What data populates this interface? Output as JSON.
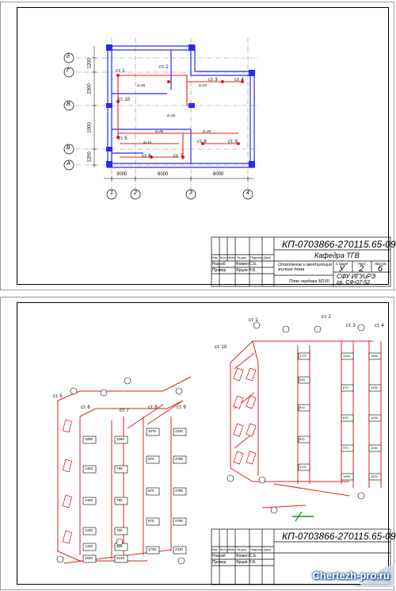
{
  "sheet1": {
    "grid_rows": [
      "д",
      "Г",
      "В",
      "Б",
      "А"
    ],
    "grid_cols": [
      "1",
      "2",
      "3",
      "4"
    ],
    "dims_top": [
      "3000",
      "6000",
      "6000"
    ],
    "dims_left": [
      "1200",
      "2300",
      "1000",
      "1200"
    ],
    "risers": [
      "ст. 1",
      "ст. 2",
      "ст. 3",
      "ст. 4",
      "ст. 10",
      "ст. 5",
      "ст. 6",
      "ст. 7",
      "ст. 8",
      "ст. 9"
    ],
    "pipe_labels": [
      "d=25",
      "d=20",
      "d=15",
      "d=25",
      "d=20",
      "d=15"
    ],
    "title_block": {
      "code": "КП-0703866-270115.65-09",
      "dept": "Кафедра  ТГВ",
      "header_cells": [
        "Изм",
        "Кол уч",
        "Лист",
        "№ док",
        "Подпись",
        "Дата"
      ],
      "roles": [
        "Разраб",
        "Провер"
      ],
      "names": [
        "Фамил С.Е.",
        "Ярцев Н.Б."
      ],
      "title_main": "Отопление и вентиляция жилого дома",
      "title_plan": "План чердака М100",
      "stage_head": [
        "Стадия",
        "Лист",
        "Листов"
      ],
      "stage_vals": [
        "У",
        "2",
        "6"
      ],
      "org": "СФУ  ИГУиРЭ",
      "group": "гр. СФ-07-52"
    }
  },
  "sheet2": {
    "risers": [
      "ст. 1",
      "ст. 2",
      "ст. 3",
      "ст. 4",
      "ст. 10",
      "ст. 5",
      "ст. 6",
      "ст. 7",
      "ст. 8",
      "ст. 9"
    ],
    "radiators_left": [
      "1990",
      "1440",
      "1440",
      "1440",
      "1440",
      "1620"
    ],
    "radiators_mid": [
      "1660",
      "780",
      "780",
      "780",
      "950",
      "2120"
    ],
    "radiators_r8": [
      "2070",
      "870",
      "870",
      "870",
      "1730"
    ],
    "radiators_r9": [
      "2240",
      "2790",
      "2790",
      "2790",
      "2340"
    ],
    "radiators_r2": [
      "1770",
      "630",
      "630",
      "630",
      "1770"
    ],
    "radiators_r3": [
      "1220",
      "870",
      "870",
      "970",
      "1490"
    ],
    "radiators_r4": [
      "1990",
      "1430",
      "1430",
      "1430",
      "2370"
    ],
    "title_block": {
      "code": "КП-0703866-270115.65-09",
      "header_cells": [
        "Изм",
        "Кол уч",
        "Лист",
        "№ док",
        "Подпись",
        "Дата"
      ],
      "roles": [
        "Разраб",
        "Провер"
      ],
      "names": [
        "Фамил С.Е.",
        "Ярцев Н.Б."
      ]
    }
  },
  "watermark": "Chertezh-pro.ru",
  "colors": {
    "pipe": "#e0201e",
    "wall": "#2a2aee",
    "line": "#000000",
    "stamp": "#1a8a1a"
  }
}
